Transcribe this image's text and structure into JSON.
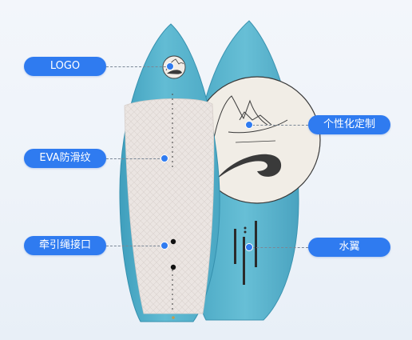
{
  "labels": {
    "logo": "LOGO",
    "eva": "EVA防滑纹",
    "leash": "牵引绳接口",
    "custom": "个性化定制",
    "hydrofoil": "水翼"
  },
  "colors": {
    "accent": "#2f7bf0",
    "board_blue": "#5db7cf",
    "pad": "#eae4e1",
    "logo_bg": "#f1ede7"
  }
}
